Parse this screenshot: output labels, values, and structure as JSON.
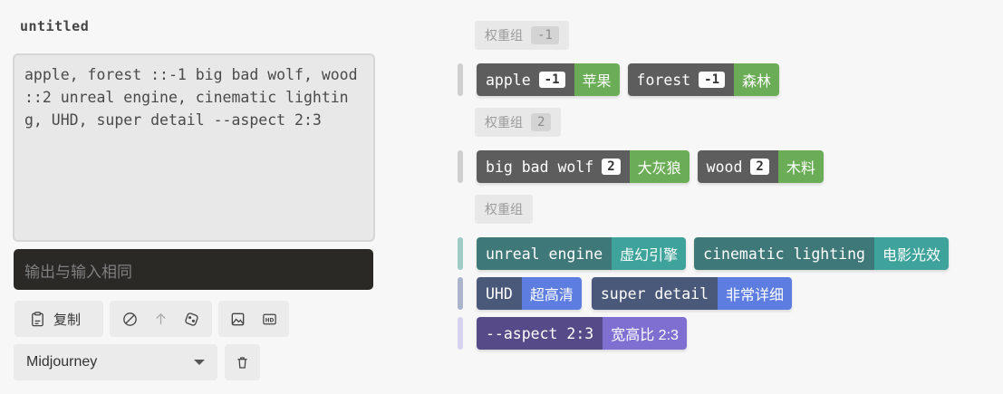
{
  "title": "untitled",
  "editor": {
    "text": "apple, forest ::-1 big bad wolf, wood ::2 unreal engine, cinematic lighting, UHD, super detail --aspect 2:3"
  },
  "output": {
    "text": "输出与输入相同"
  },
  "toolbar": {
    "copy_label": "复制",
    "icons": [
      "clipboard-icon",
      "no-entry-icon",
      "arrow-up-icon",
      "dice-icon",
      "image-icon",
      "hd-icon"
    ]
  },
  "model_select": {
    "value": "Midjourney"
  },
  "groups": [
    {
      "label": "权重组",
      "weight": "-1",
      "tags": [
        {
          "en": "apple",
          "weight": "-1",
          "cn": "苹果"
        },
        {
          "en": "forest",
          "weight": "-1",
          "cn": "森林"
        }
      ]
    },
    {
      "label": "权重组",
      "weight": "2",
      "tags": [
        {
          "en": "big bad wolf",
          "weight": "2",
          "cn": "大灰狼"
        },
        {
          "en": "wood",
          "weight": "2",
          "cn": "木料"
        }
      ]
    },
    {
      "label": "权重组",
      "weight": "",
      "rows": [
        [
          {
            "en": "unreal engine",
            "cn": "虚幻引擎"
          },
          {
            "en": "cinematic lighting",
            "cn": "电影光效"
          }
        ],
        [
          {
            "en": "UHD",
            "cn": "超高清"
          },
          {
            "en": "super detail",
            "cn": "非常详细"
          }
        ],
        [
          {
            "en": "--aspect 2:3",
            "cn": "宽高比 2:3"
          }
        ]
      ]
    }
  ],
  "colors": {
    "weighted_dark": "#5d5d5d",
    "weighted_light": "#6aad56",
    "style_dark": "#3f7878",
    "style_light": "#3ea39a",
    "quality_dark": "#4a5879",
    "quality_light": "#5e7de0",
    "param_dark": "#564a88",
    "param_light": "#7e6fd0"
  }
}
